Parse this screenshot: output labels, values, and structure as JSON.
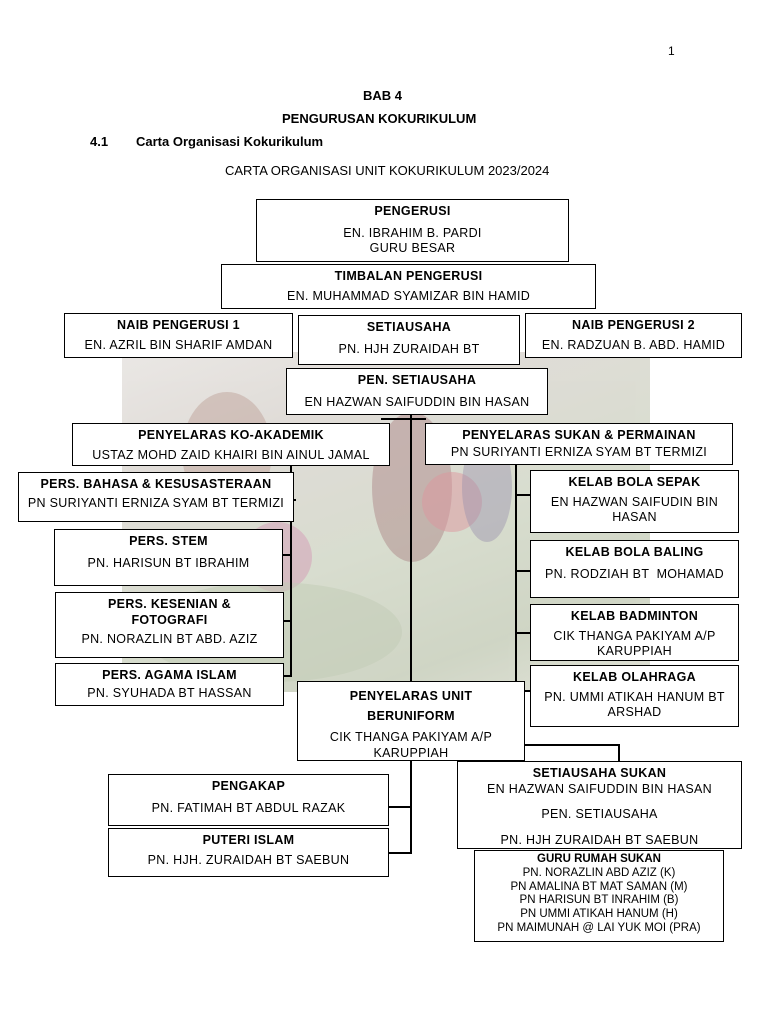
{
  "page_number": "1",
  "chapter": "BAB 4",
  "chapter_title": "PENGURUSAN KOKURIKULUM",
  "section_number": "4.1",
  "section_title": "Carta Organisasi Kokurikulum",
  "chart_title": "CARTA ORGANISASI UNIT KOKURIKULUM 2023/2024",
  "boxes": {
    "pengerusi": {
      "title": "PENGERUSI",
      "name": "EN. IBRAHIM B. PARDI",
      "name2": "GURU BESAR"
    },
    "timbalan": {
      "title": "TIMBALAN PENGERUSI",
      "name": "EN. MUHAMMAD SYAMIZAR BIN HAMID"
    },
    "naib1": {
      "title": "NAIB PENGERUSI 1",
      "name": "EN. AZRIL BIN SHARIF AMDAN"
    },
    "setiausaha": {
      "title": "SETIAUSAHA",
      "name": "PN. HJH ZURAIDAH BT"
    },
    "naib2": {
      "title": "NAIB PENGERUSI 2",
      "name": "EN. RADZUAN B. ABD. HAMID"
    },
    "pen_setiausaha": {
      "title": "PEN. SETIAUSAHA",
      "name": "EN HAZWAN SAIFUDDIN BIN HASAN"
    },
    "ko_akademik": {
      "title": "PENYELARAS KO-AKADEMIK",
      "name": "USTAZ MOHD ZAID KHAIRI BIN AINUL JAMAL"
    },
    "sukan": {
      "title": "PENYELARAS SUKAN & PERMAINAN",
      "name": "PN SURIYANTI ERNIZA SYAM BT TERMIZI"
    },
    "bahasa": {
      "title": "PERS. BAHASA & KESUSASTERAAN",
      "name": "PN SURIYANTI ERNIZA SYAM BT TERMIZI"
    },
    "stem": {
      "title": "PERS. STEM",
      "name": "PN. HARISUN BT IBRAHIM"
    },
    "kesenian": {
      "title": "PERS. KESENIAN & FOTOGRAFI",
      "name": "PN. NORAZLIN BT ABD. AZIZ"
    },
    "agama": {
      "title": "PERS. AGAMA ISLAM",
      "name": "PN. SYUHADA BT HASSAN"
    },
    "bola_sepak": {
      "title": "KELAB BOLA SEPAK",
      "name": "EN HAZWAN SAIFUDIN BIN HASAN"
    },
    "bola_baling": {
      "title": "KELAB BOLA BALING",
      "name": "PN. RODZIAH BT  MOHAMAD"
    },
    "badminton": {
      "title": "KELAB BADMINTON",
      "name": "CIK THANGA PAKIYAM A/P KARUPPIAH"
    },
    "olahraga": {
      "title": "KELAB OLAHRAGA",
      "name": "PN. UMMI ATIKAH HANUM BT ARSHAD"
    },
    "beruniform": {
      "title": "PENYELARAS UNIT BERUNIFORM",
      "name": "CIK THANGA PAKIYAM A/P KARUPPIAH"
    },
    "pengakap": {
      "title": "PENGAKAP",
      "name": "PN. FATIMAH BT ABDUL RAZAK"
    },
    "puteri": {
      "title": "PUTERI ISLAM",
      "name": "PN. HJH. ZURAIDAH BT SAEBUN"
    },
    "setiausaha_sukan": {
      "title": "SETIAUSAHA SUKAN",
      "name": "EN HAZWAN SAIFUDDIN BIN HASAN",
      "name2": "PEN. SETIAUSAHA",
      "name3": "PN. HJH ZURAIDAH BT SAEBUN"
    },
    "rumah_sukan": {
      "title": "GURU RUMAH SUKAN",
      "members": [
        "PN. NORAZLIN ABD AZIZ (K)",
        "PN AMALINA BT MAT SAMAN (M)",
        "PN HARISUN BT INRAHIM (B)",
        "PN UMMI ATIKAH HANUM (H)",
        "PN MAIMUNAH @ LAI YUK MOI (PRA)"
      ]
    }
  }
}
